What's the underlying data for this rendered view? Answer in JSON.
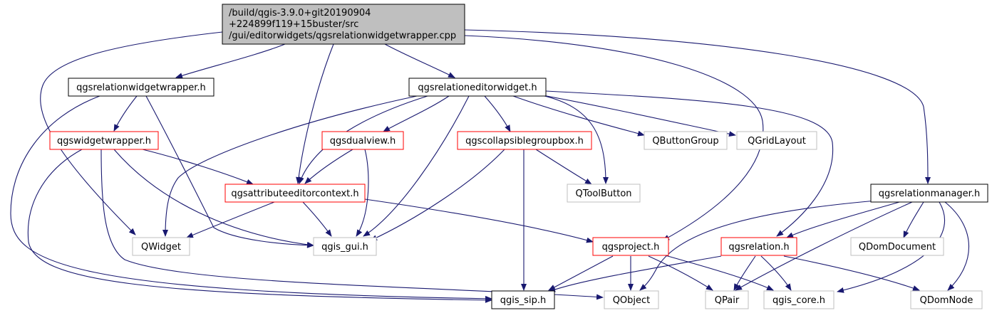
{
  "colors": {
    "edge": "#191970",
    "box_black": "#000000",
    "box_red": "#ff0000",
    "box_grey": "#bfbfbf",
    "root_fill": "#bfbfbf",
    "text": "#000000"
  },
  "graph": {
    "root": {
      "lines": [
        "/build/qgis-3.9.0+git20190904",
        "+224899f119+15buster/src",
        "/gui/editorwidgets/qgsrelationwidgetwrapper.cpp"
      ]
    },
    "nodes": {
      "qgsrelationwidgetwrapper_h": "qgsrelationwidgetwrapper.h",
      "qgsrelationeditorwidget_h": "qgsrelationeditorwidget.h",
      "qgswidgetwrapper_h": "qgswidgetwrapper.h",
      "qgsdualview_h": "qgsdualview.h",
      "qgscollapsiblegroupbox_h": "qgscollapsiblegroupbox.h",
      "qbuttongroup": "QButtonGroup",
      "qgridlayout": "QGridLayout",
      "qgsattributeeditorcontext_h": "qgsattributeeditorcontext.h",
      "qtoolbutton": "QToolButton",
      "qgsrelationmanager_h": "qgsrelationmanager.h",
      "qwidget": "QWidget",
      "qgis_gui_h": "qgis_gui.h",
      "qgsproject_h": "qgsproject.h",
      "qgsrelation_h": "qgsrelation.h",
      "qdomdocument": "QDomDocument",
      "qgis_sip_h": "qgis_sip.h",
      "qobject": "QObject",
      "qpair": "QPair",
      "qgis_core_h": "qgis_core.h",
      "qdomnode": "QDomNode"
    }
  }
}
